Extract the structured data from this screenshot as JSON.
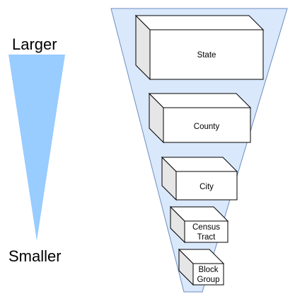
{
  "scale": {
    "top_label": "Larger",
    "bottom_label": "Smaller",
    "wedge_color": "#99ccff"
  },
  "funnel": {
    "fill_color": "#dae8fc",
    "stroke_color": "#6c8ebf"
  },
  "levels": [
    {
      "label": "State"
    },
    {
      "label": "County"
    },
    {
      "label": "City"
    },
    {
      "label": "Census Tract"
    },
    {
      "label": "Block Group"
    }
  ]
}
